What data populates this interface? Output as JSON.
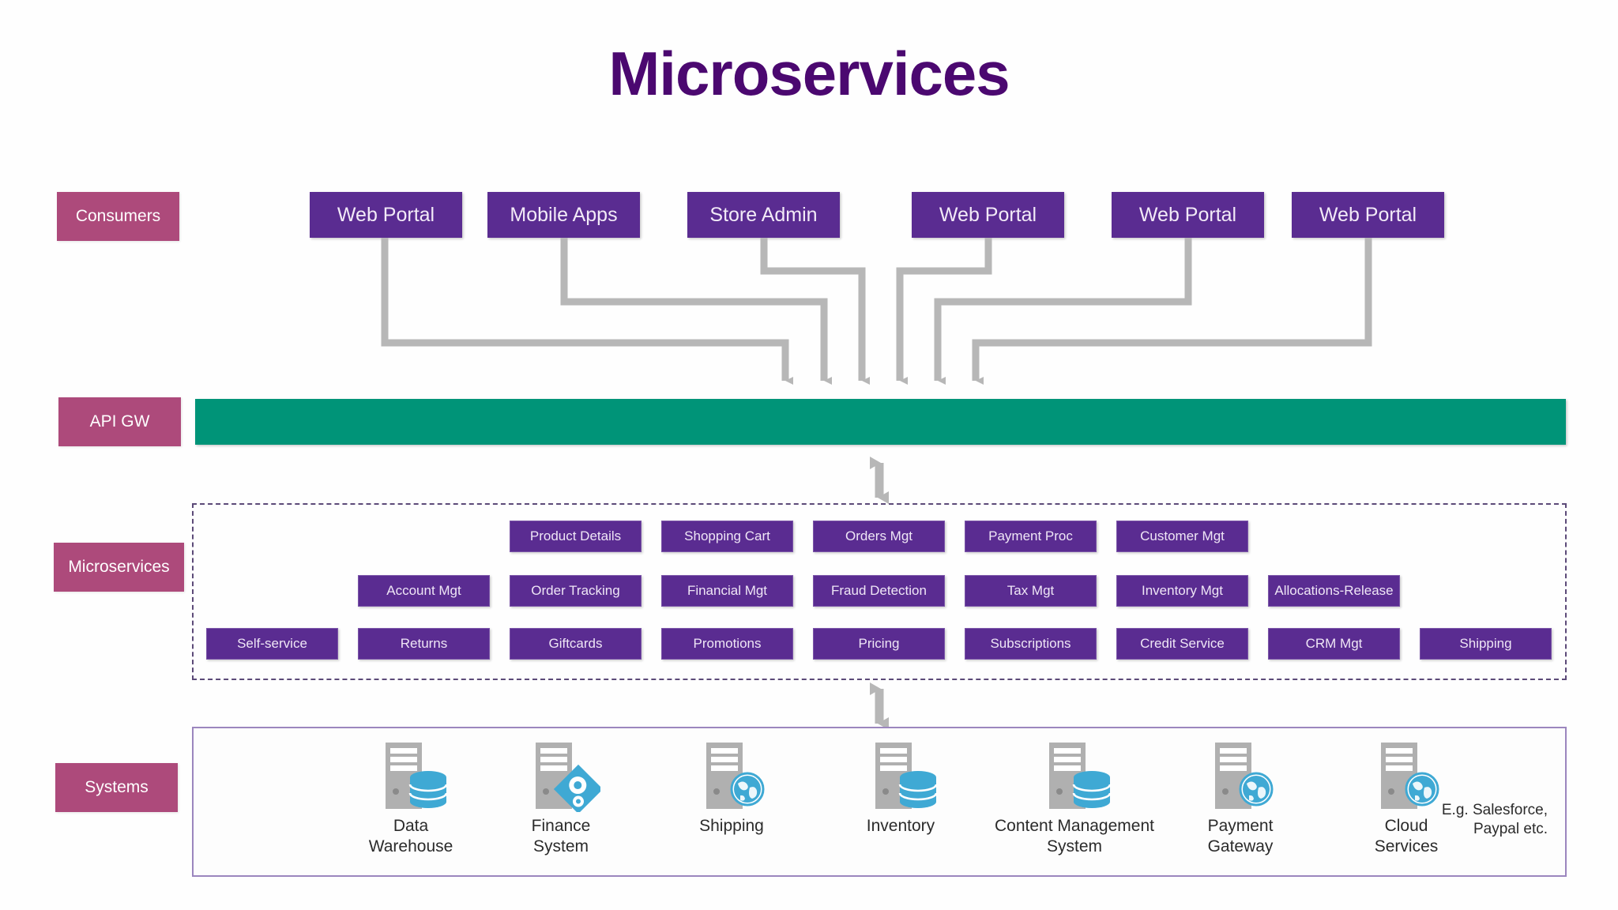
{
  "title": "Microservices",
  "colors": {
    "title": "#4B0870",
    "badge_pink": "#AD4A7B",
    "box_purple": "#5A2C91",
    "api_gw_teal": "#009478",
    "connector_grey": "#B7B7B7",
    "dashed_border": "#5C4A78",
    "systems_border": "#9B86BE",
    "server_grey": "#B0B0B0",
    "accent_blue": "#3FA9D4"
  },
  "rows": {
    "consumers_label": "Consumers",
    "api_gw_label": "API GW",
    "microservices_label": "Microservices",
    "systems_label": "Systems"
  },
  "consumers": [
    {
      "label": "Web Portal"
    },
    {
      "label": "Mobile Apps"
    },
    {
      "label": "Store Admin"
    },
    {
      "label": "Web Portal"
    },
    {
      "label": "Web Portal"
    },
    {
      "label": "Web Portal"
    }
  ],
  "microservices": {
    "row1": [
      {
        "label": "Product Details"
      },
      {
        "label": "Shopping Cart"
      },
      {
        "label": "Orders Mgt"
      },
      {
        "label": "Payment Proc"
      },
      {
        "label": "Customer Mgt"
      }
    ],
    "row2": [
      {
        "label": "Account Mgt"
      },
      {
        "label": "Order Tracking"
      },
      {
        "label": "Financial Mgt"
      },
      {
        "label": "Fraud Detection"
      },
      {
        "label": "Tax Mgt"
      },
      {
        "label": "Inventory Mgt"
      },
      {
        "label": "Allocations-Release"
      }
    ],
    "row3": [
      {
        "label": "Self-service"
      },
      {
        "label": "Returns"
      },
      {
        "label": "Giftcards"
      },
      {
        "label": "Promotions"
      },
      {
        "label": "Pricing"
      },
      {
        "label": "Subscriptions"
      },
      {
        "label": "Credit Service"
      },
      {
        "label": "CRM Mgt"
      },
      {
        "label": "Shipping"
      }
    ]
  },
  "systems": [
    {
      "label": "Data\nWarehouse",
      "icon": "server-database-icon"
    },
    {
      "label": "Finance\nSystem",
      "icon": "server-gear-icon"
    },
    {
      "label": "Shipping",
      "icon": "server-globe-icon"
    },
    {
      "label": "Inventory",
      "icon": "server-database-icon"
    },
    {
      "label": "Content Management\nSystem",
      "icon": "server-database-icon"
    },
    {
      "label": "Payment\nGateway",
      "icon": "server-globe-icon"
    },
    {
      "label": "Cloud\nServices",
      "icon": "server-globe-icon"
    }
  ],
  "systems_note": "E.g. Salesforce,\nPaypal etc."
}
